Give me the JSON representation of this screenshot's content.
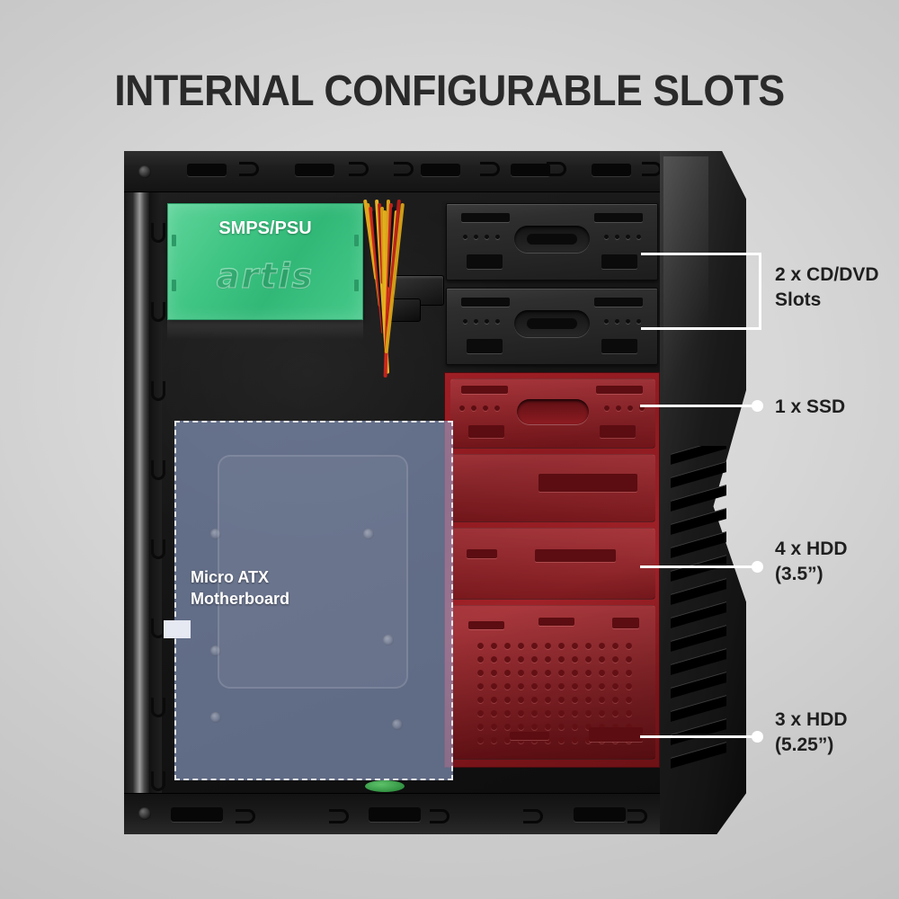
{
  "page": {
    "title": "INTERNAL CONFIGURABLE SLOTS",
    "background_color": "#d6d6d6"
  },
  "product": {
    "type": "computer-case-cutaway",
    "brand_logo_text": "artis",
    "colors": {
      "chassis": "#1a1a1a",
      "psu_highlight": "#3ec483",
      "drive_cage": "#9e1f25",
      "motherboard_overlay": "#96a8d4",
      "callout_line": "#ffffff",
      "title_text": "#2a2a2a"
    }
  },
  "overlays": {
    "psu": {
      "label": "SMPS/PSU",
      "logo": "artis"
    },
    "motherboard": {
      "label_line1": "Micro ATX",
      "label_line2": "Motherboard"
    }
  },
  "callouts": [
    {
      "id": "cd-dvd",
      "label_line1": "2 x CD/DVD",
      "label_line2": "Slots",
      "marker": "bracket"
    },
    {
      "id": "ssd",
      "label_line1": "1 x SSD",
      "label_line2": "",
      "marker": "dot"
    },
    {
      "id": "hdd-35",
      "label_line1": "4 x HDD",
      "label_line2": "(3.5”)",
      "marker": "dot"
    },
    {
      "id": "hdd-525",
      "label_line1": "3 x HDD",
      "label_line2": "(5.25”)",
      "marker": "dot"
    }
  ]
}
